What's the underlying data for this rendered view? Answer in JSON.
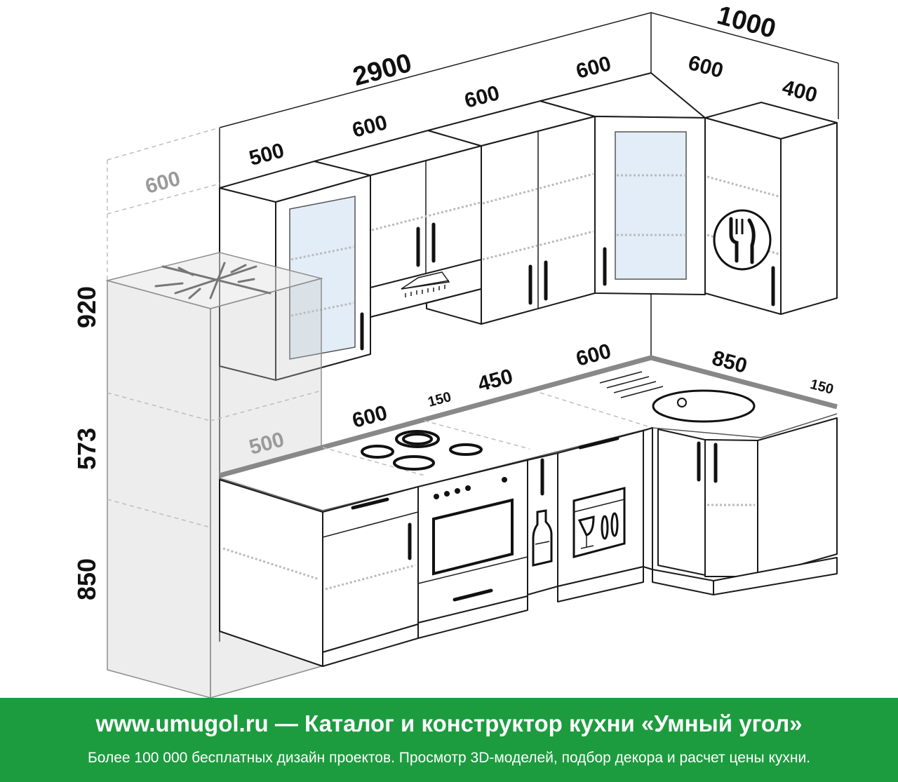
{
  "dimensions": {
    "total_width": "2900",
    "corner_width": "1000",
    "upper_500": "500",
    "upper_600_a": "600",
    "upper_600_b": "600",
    "upper_600_c": "600",
    "upper_600_corner": "600",
    "upper_400": "400",
    "depth_upper": "600",
    "height_upper": "920",
    "height_gap": "573",
    "height_lower": "850",
    "lower_500": "500",
    "lower_600": "600",
    "gap_150_left": "150",
    "lower_450": "450",
    "lower_600_sink": "600",
    "lower_850": "850",
    "gap_150_right": "150"
  },
  "banner": {
    "title": "www.umugol.ru — Каталог и конструктор кухни «Умный угол»",
    "subtitle": "Более 100 000 бесплатных дизайн проектов. Просмотр 3D-моделей, подбор декора и расчет цены кухни.",
    "background": "#1c9c3f",
    "text_color": "#ffffff"
  },
  "icons": [
    "snowflake-icon",
    "cooktop-icon",
    "oven-icon",
    "bottle-icon",
    "dishwasher-icon",
    "sink-icon",
    "cutlery-icon",
    "range-hood-icon"
  ]
}
